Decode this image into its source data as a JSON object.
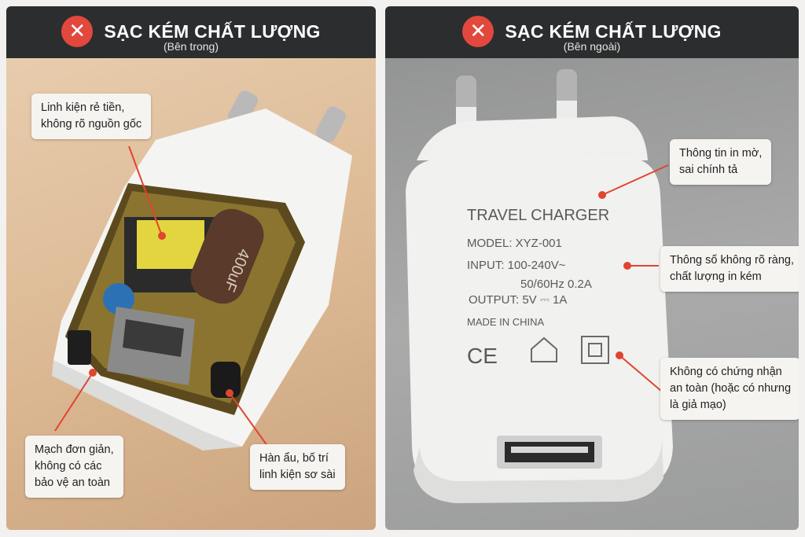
{
  "colors": {
    "accent_red": "#e2483d",
    "header_bg": "#2c2d2e",
    "callout_bg": "#f6f4f1"
  },
  "left_panel": {
    "icon": "x-mark-icon",
    "title": "SẠC KÉM CHẤT LƯỢNG",
    "subtitle": "(Bên trong)",
    "capacitor_text": "400uF",
    "callouts": {
      "components": [
        "Linh kiện rẻ tiền,",
        "không rõ nguồn gốc"
      ],
      "circuit": [
        "Mạch đơn giản,",
        "không có các",
        "bảo vệ an toàn"
      ],
      "soldering": [
        "Hàn ẩu, bố trí",
        "linh kiện sơ sài"
      ]
    }
  },
  "right_panel": {
    "icon": "x-mark-icon",
    "title": "SẠC KÉM CHẤT LƯỢNG",
    "subtitle": "(Bên ngoài)",
    "label": {
      "heading": "TRAVEL CHARGER",
      "model": "MODEL:  XYZ-001",
      "input_1": "INPUT:  100-240V~",
      "input_2": "50/60Hz  0.2A",
      "output": "OUTPUT:  5V ⎓ 1A",
      "made_in": "MADE IN CHINA",
      "ce": "CE"
    },
    "callouts": {
      "print": [
        "Thông tin in mờ,",
        "sai chính tả"
      ],
      "specs": [
        "Thông số không rõ ràng,",
        "chất lượng in kém"
      ],
      "certification": [
        "Không có chứng nhận",
        "an toàn (hoặc có nhưng",
        "là giả mạo)"
      ]
    }
  }
}
